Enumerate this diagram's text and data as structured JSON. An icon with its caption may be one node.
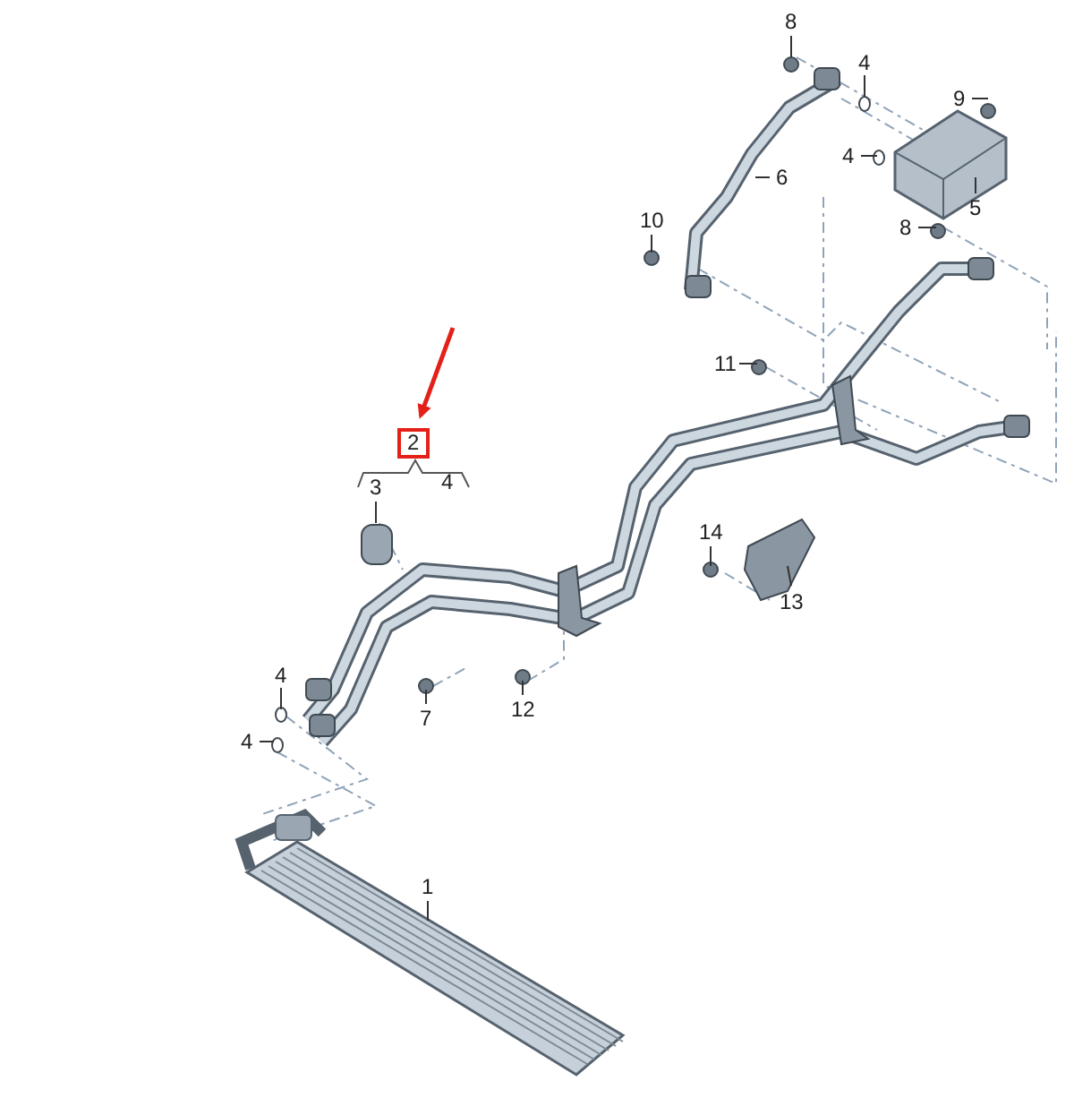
{
  "diagram": {
    "nodes": [
      {
        "text": [
          "8"
        ]
      },
      {
        "text": [
          "4"
        ]
      },
      {
        "text": [
          "9"
        ]
      },
      {
        "text": [
          "4"
        ]
      },
      {
        "text": [
          "6"
        ]
      },
      {
        "text": [
          "5"
        ]
      },
      {
        "text": [
          "10"
        ]
      },
      {
        "text": [
          "8"
        ]
      },
      {
        "text": [
          "11"
        ]
      },
      {
        "text": [
          "2"
        ]
      },
      {
        "text": [
          "3"
        ]
      },
      {
        "text": [
          "14"
        ]
      },
      {
        "text": [
          "13"
        ]
      },
      {
        "text": [
          "4"
        ]
      },
      {
        "text": [
          "7"
        ]
      },
      {
        "text": [
          "12"
        ]
      },
      {
        "text": [
          "4"
        ]
      },
      {
        "text": [
          "1"
        ]
      }
    ],
    "edges": [
      {
        "from": 0,
        "to": null,
        "arrow": "none"
      },
      {
        "from": 1,
        "to": null,
        "arrow": "none"
      },
      {
        "from": 2,
        "to": null,
        "arrow": "none"
      },
      {
        "from": 3,
        "to": null,
        "arrow": "none"
      },
      {
        "from": 4,
        "to": null,
        "arrow": "none"
      },
      {
        "from": 5,
        "to": null,
        "arrow": "none"
      },
      {
        "from": 6,
        "to": null,
        "arrow": "none"
      },
      {
        "from": 7,
        "to": null,
        "arrow": "none"
      },
      {
        "from": 8,
        "to": null,
        "arrow": "none"
      },
      {
        "from": 10,
        "to": null,
        "arrow": "none"
      },
      {
        "from": 11,
        "to": null,
        "arrow": "none"
      },
      {
        "from": 12,
        "to": null,
        "arrow": "none"
      },
      {
        "from": 13,
        "to": null,
        "arrow": "none"
      },
      {
        "from": 14,
        "to": null,
        "arrow": "none"
      },
      {
        "from": 15,
        "to": null,
        "arrow": "none"
      },
      {
        "from": 16,
        "to": null,
        "arrow": "none"
      },
      {
        "from": 17,
        "to": null,
        "arrow": "none"
      },
      {
        "from": null,
        "to": 9,
        "arrow": "to",
        "color": "#e32119",
        "style": "thick"
      }
    ],
    "labels": [
      "4"
    ]
  }
}
